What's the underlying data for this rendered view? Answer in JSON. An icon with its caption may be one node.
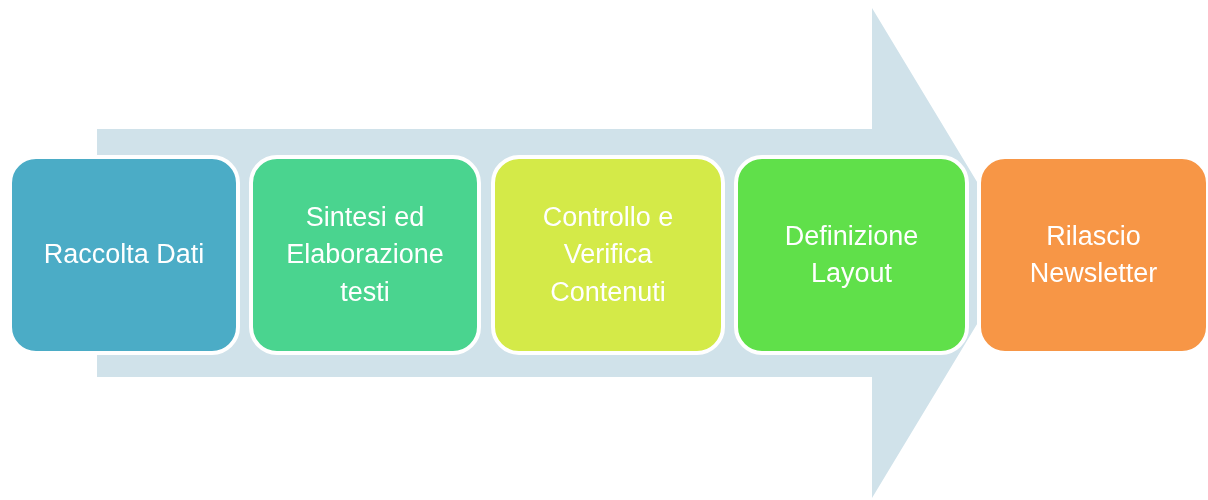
{
  "diagram": {
    "nodes": [
      {
        "text": [
          "Raccolta Dati"
        ]
      },
      {
        "text": [
          "Sintesi ed Elaborazione testi"
        ]
      },
      {
        "text": [
          "Controllo e Verifica Contenuti"
        ]
      },
      {
        "text": [
          "Definizione Layout"
        ]
      },
      {
        "text": [
          "Rilascio Newsletter"
        ]
      }
    ],
    "edges": [
      {
        "from": 0,
        "to": 4,
        "arrow": "to"
      }
    ]
  }
}
